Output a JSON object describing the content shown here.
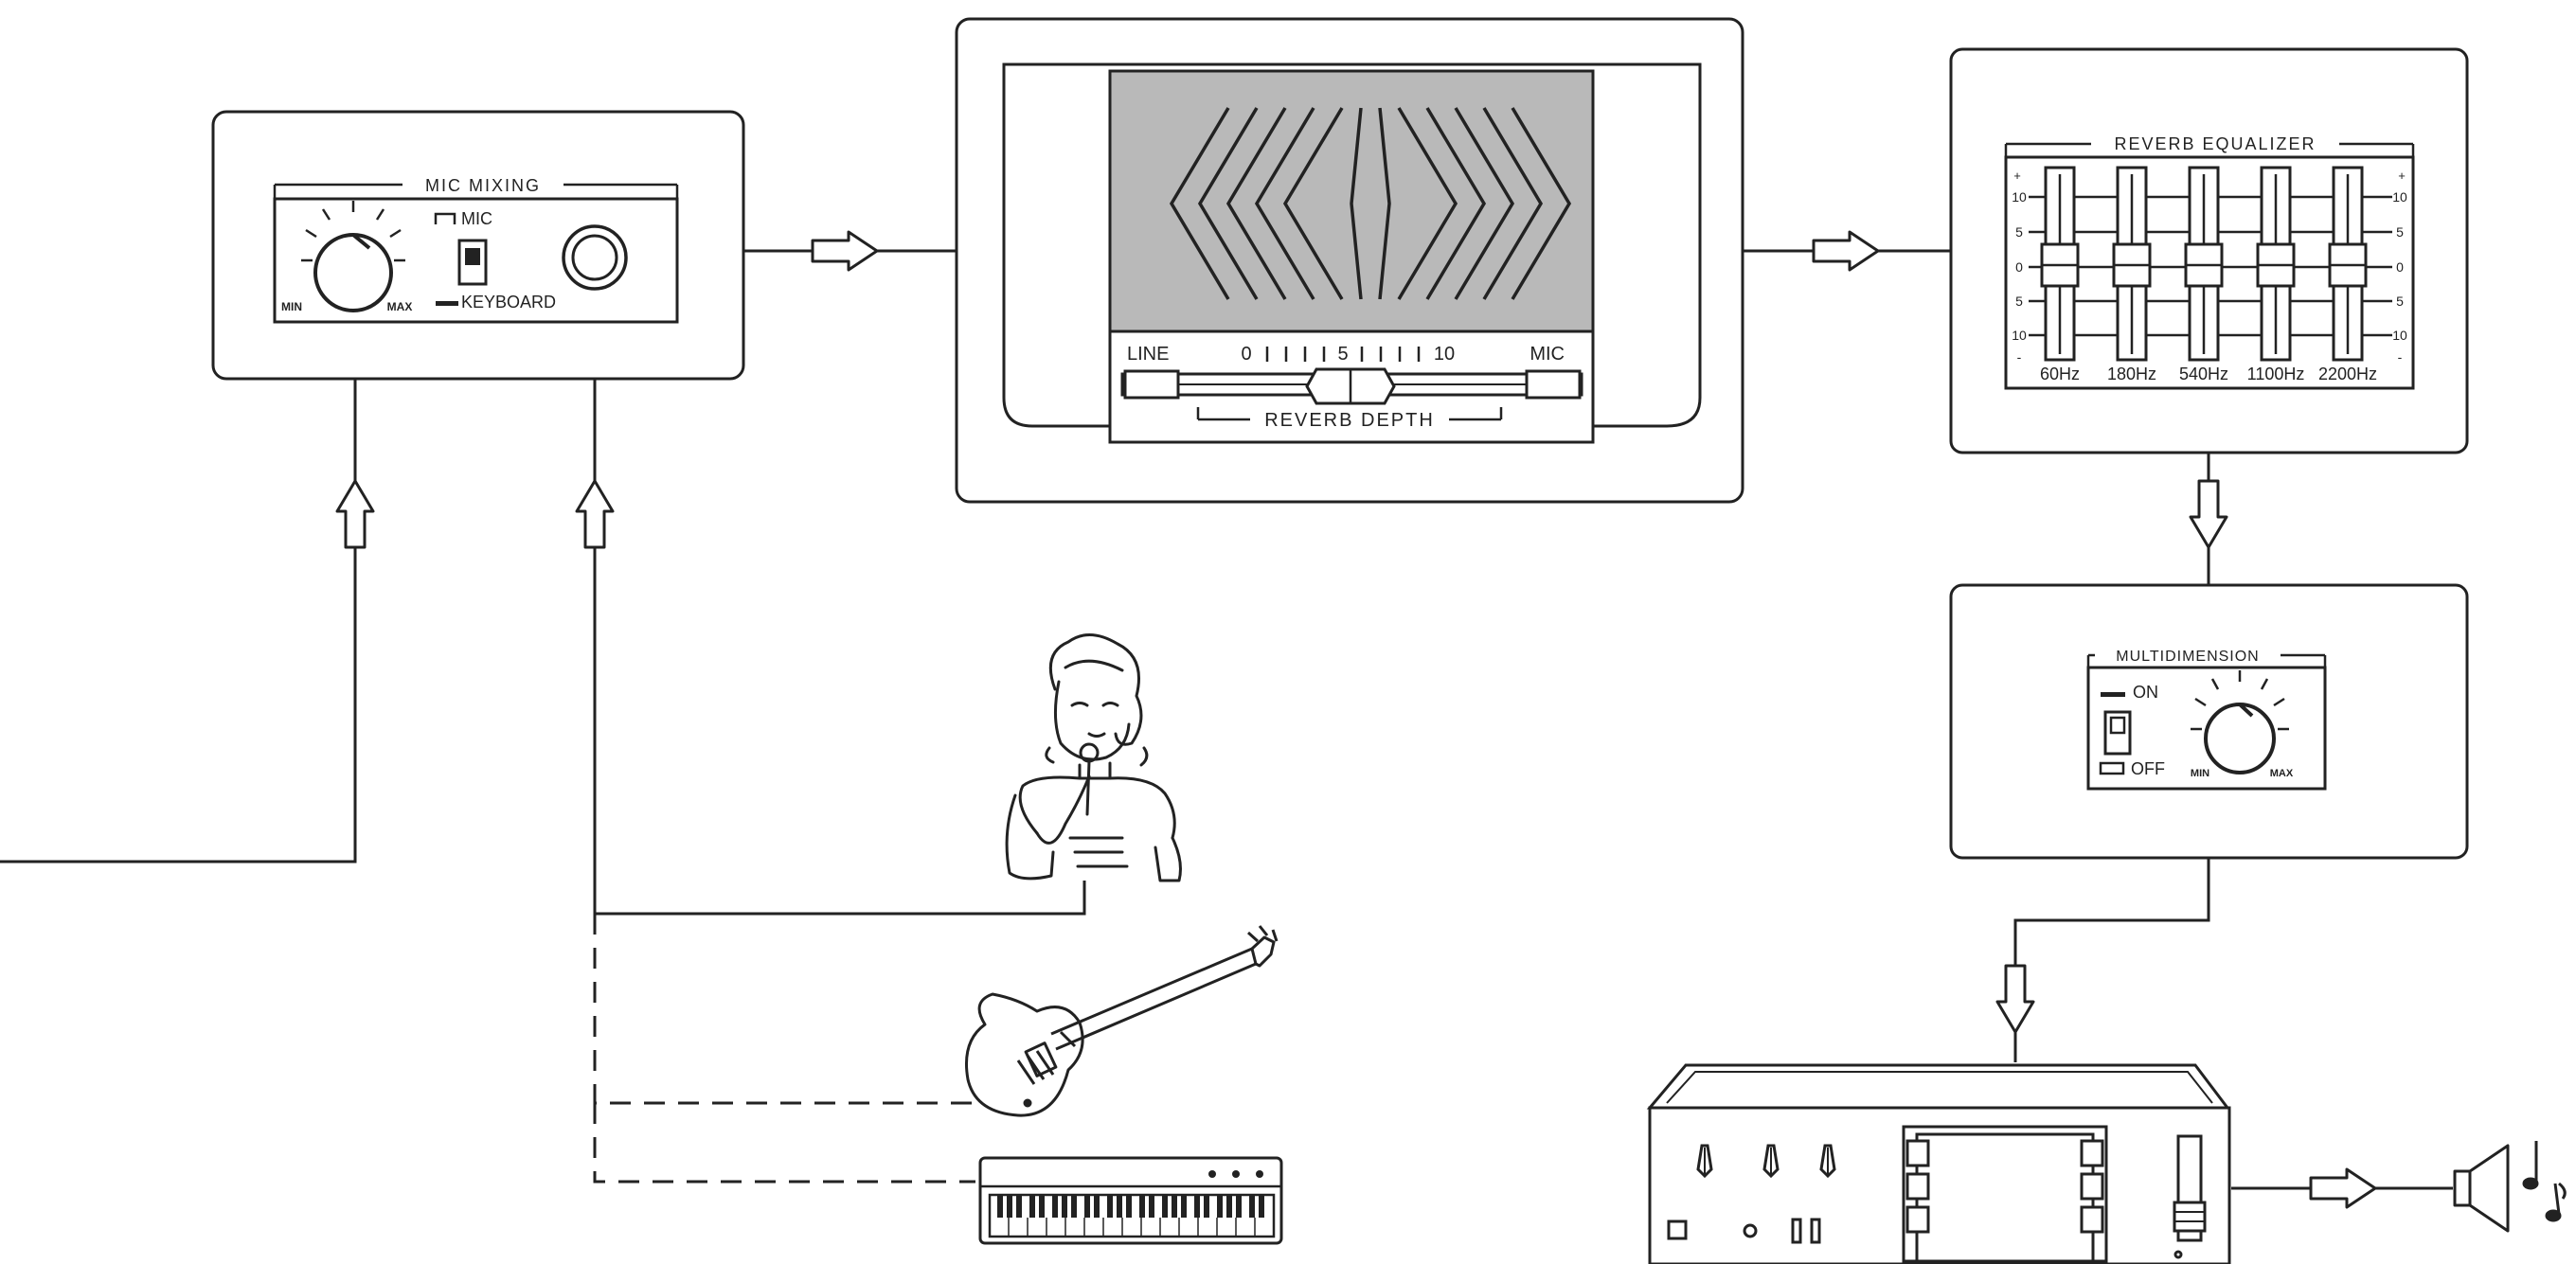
{
  "mic_mixing": {
    "title": "MIC MIXING",
    "mic_label": "MIC",
    "keyboard_label": "KEYBOARD",
    "min_label": "MIN",
    "max_label": "MAX"
  },
  "reverb_depth": {
    "line_label": "LINE",
    "mic_label": "MIC",
    "title": "REVERB DEPTH",
    "scale_start": "0",
    "scale_mid": "5",
    "scale_end": "10"
  },
  "reverb_equalizer": {
    "title": "REVERB EQUALIZER",
    "scale_left": [
      "+",
      "10",
      "5",
      "0",
      "5",
      "10",
      "-"
    ],
    "scale_right": [
      "+",
      "10",
      "5",
      "0",
      "5",
      "10",
      "-"
    ],
    "bands": [
      "60Hz",
      "180Hz",
      "540Hz",
      "1100Hz",
      "2200Hz"
    ]
  },
  "multidimension": {
    "title": "MULTIDIMENSION",
    "on_label": "ON",
    "off_label": "OFF",
    "min_label": "MIN",
    "max_label": "MAX"
  },
  "colors": {
    "ink": "#222222",
    "panel_bg": "#ffffff",
    "screen_gray": "#b9b9b9"
  },
  "icons": [
    "arrow-icon",
    "singer-icon",
    "guitar-icon",
    "keyboard-instrument-icon",
    "amplifier-icon",
    "speaker-icon",
    "music-note-icon"
  ]
}
